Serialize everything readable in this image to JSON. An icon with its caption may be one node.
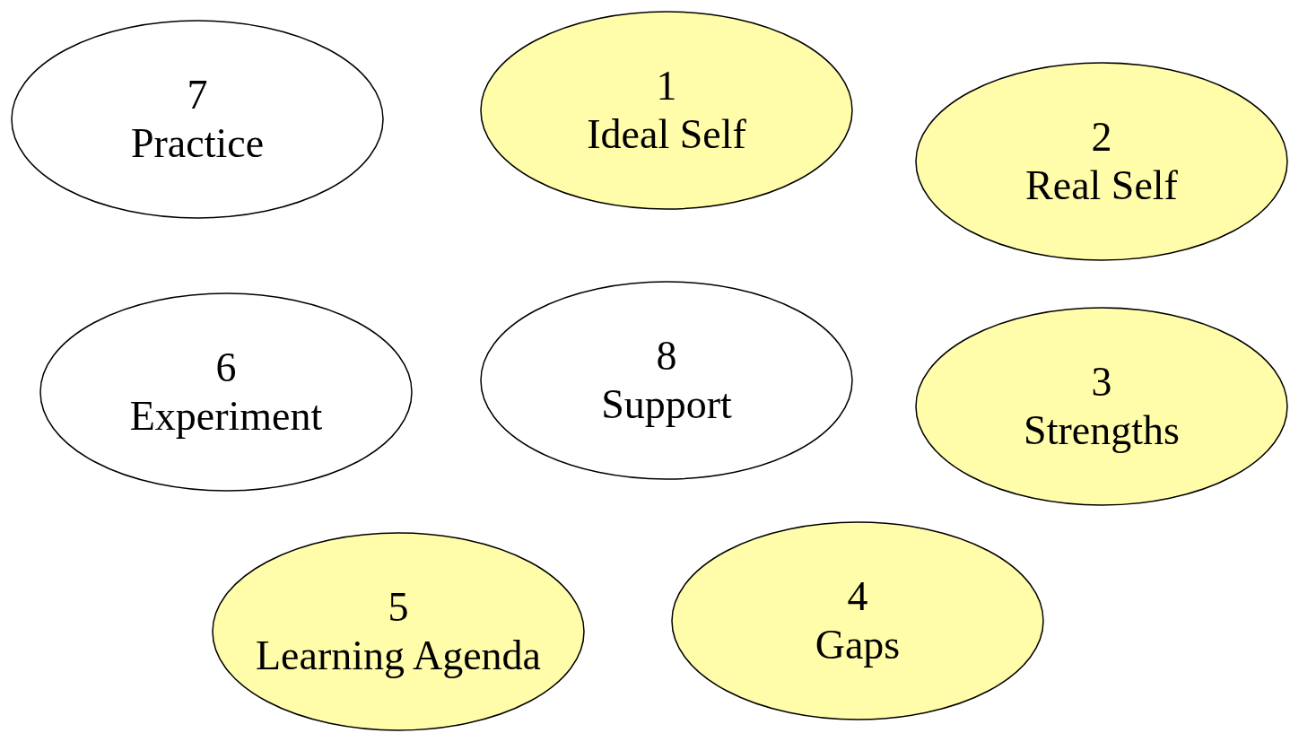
{
  "diagram": {
    "nodes": [
      {
        "text": [
          "7",
          "Practice"
        ]
      },
      {
        "text": [
          "1",
          "Ideal Self"
        ]
      },
      {
        "text": [
          "2",
          "Real Self"
        ]
      },
      {
        "text": [
          "6",
          "Experiment"
        ]
      },
      {
        "text": [
          "8",
          "Support"
        ]
      },
      {
        "text": [
          "3",
          "Strengths"
        ]
      },
      {
        "text": [
          "5",
          "Learning Agenda"
        ]
      },
      {
        "text": [
          "4",
          "Gaps"
        ]
      }
    ]
  }
}
